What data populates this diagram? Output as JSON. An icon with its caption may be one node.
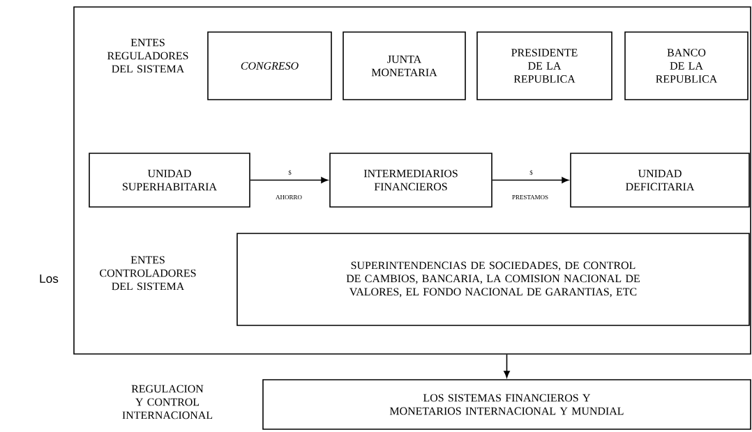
{
  "diagram": {
    "nodes": [
      {
        "text": [],
        "shape": "box"
      },
      {
        "text": [
          "CONGRESO"
        ],
        "in": 0
      },
      {
        "text": [
          "JUNTA MONETARIA"
        ],
        "in": 0
      },
      {
        "text": [
          "PRESIDENTE DE LA REPUBLICA"
        ],
        "in": 0
      },
      {
        "text": [
          "BANCO DE LA REPUBLICA"
        ],
        "in": 0
      },
      {
        "text": [
          "UNIDAD SUPERHABITARIA"
        ],
        "in": 0
      },
      {
        "text": [
          "INTERMEDIARIOS FINANCIEROS"
        ],
        "in": 0
      },
      {
        "text": [
          "UNIDAD DEFICITARIA"
        ],
        "in": 0
      },
      {
        "text": [
          "SUPERINTENDENCIAS DE SOCIEDADES, DE CONTROL DE CAMBIOS, BANCARIA, LA COMISION NACIONAL DE VALORES, EL FONDO NACIONAL DE GARANTIAS, ETC"
        ],
        "in": 0
      },
      {
        "text": [
          "LOS SISTEMAS FINANCIEROS  Y MONETARIOS INTERNACIONAL Y MUNDIAL"
        ]
      }
    ],
    "edges": [
      {
        "from": 5,
        "to": 6,
        "arrow": "to",
        "label": "$"
      },
      {
        "from": 6,
        "to": 7,
        "arrow": "to",
        "label": "$"
      },
      {
        "from": 0,
        "to": 9,
        "arrow": "to"
      }
    ],
    "labels": [
      "ENTES REGULADORES DEL SISTEMA",
      "AHORRO",
      "PRESTAMOS",
      "ENTES CONTROLADORES DEL SISTEMA",
      "Los",
      "REGULACION Y CONTROL INTERNACIONAL"
    ]
  }
}
